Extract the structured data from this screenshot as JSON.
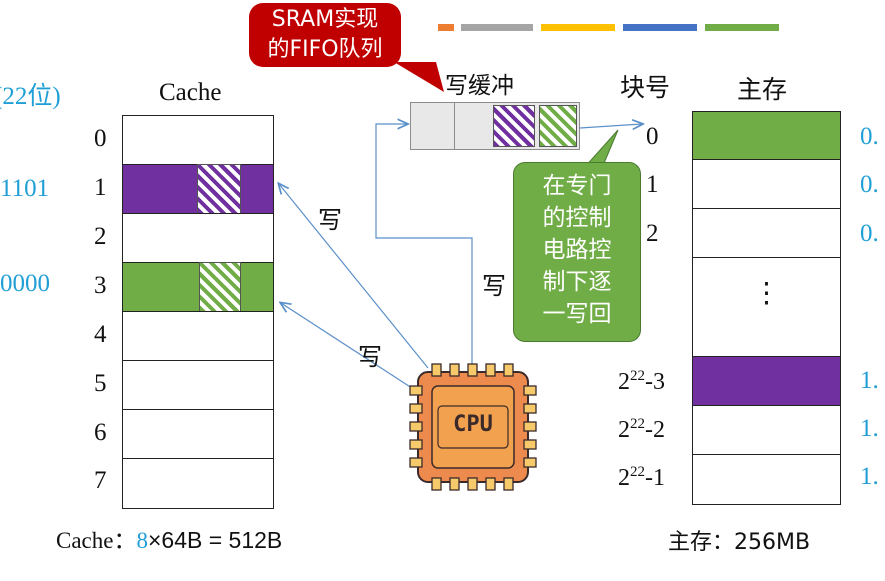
{
  "colors": {
    "purple": "#7030a0",
    "green": "#70ad47",
    "red_bubble": "#c00000",
    "green_bubble": "#70ad47",
    "arrow": "#5b8fc9",
    "address_text": "#1f9fd6",
    "legend": [
      "#ed7d31",
      "#a5a5a5",
      "#ffc000",
      "#4472c4",
      "#70ad47"
    ]
  },
  "left_partial": {
    "header": "(22位)",
    "addr1": "1101",
    "addr3": "0000"
  },
  "cache": {
    "title": "Cache",
    "line_numbers": [
      "0",
      "1",
      "2",
      "3",
      "4",
      "5",
      "6",
      "7"
    ],
    "caption_prefix": "Cache：",
    "caption_count": "8",
    "caption_rest": "×64B = 512B"
  },
  "bubbles": {
    "sram_line1": "SRAM实现",
    "sram_line2": "的FIFO队列",
    "control_lines": [
      "在专门",
      "的控制",
      "电路控",
      "制下逐",
      "一写回"
    ]
  },
  "write_buffer": {
    "title": "写缓冲"
  },
  "arrows": {
    "write_to_line1": "写",
    "write_to_line3": "写",
    "write_to_buffer": "写"
  },
  "cpu": {
    "label": "CPU",
    "icon": "cpu-chip-icon"
  },
  "main_memory": {
    "block_header": "块号",
    "title": "主存",
    "block_numbers": [
      "0",
      "1",
      "2"
    ],
    "ellipsis": "⋮",
    "tail_base": "2",
    "tail_exp": "22",
    "tail_suffixes": [
      "-3",
      "-2",
      "-1"
    ],
    "right_partial": [
      "0.",
      "0.",
      "0.",
      "1.",
      "1.",
      "1."
    ],
    "caption": "主存：256MB"
  }
}
